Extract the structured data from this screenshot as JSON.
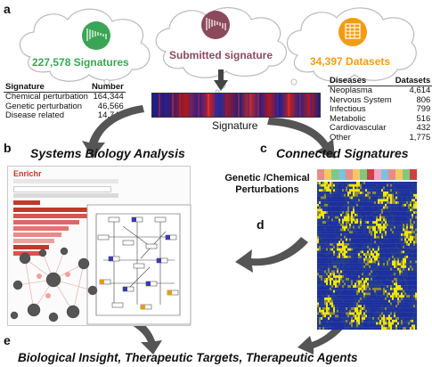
{
  "panels": {
    "a": "a",
    "b": "b",
    "c": "c",
    "d": "d",
    "e": "e"
  },
  "clouds": {
    "signatures": {
      "label": "227,578 Signatures",
      "color": "#3aa655"
    },
    "submitted": {
      "label": "Submitted signature",
      "color": "#8b4a5c"
    },
    "datasets": {
      "label": "34,397 Datasets",
      "color": "#f39c12"
    }
  },
  "center_signature_label": "Signature",
  "signature_table": {
    "headers": [
      "Signature",
      "Number"
    ],
    "rows": [
      [
        "Chemical perturbation",
        "164,344"
      ],
      [
        "Genetic perturbation",
        "46,566"
      ],
      [
        "Disease related",
        "14,743"
      ]
    ]
  },
  "disease_table": {
    "headers": [
      "Diseases",
      "Datasets"
    ],
    "rows": [
      [
        "Neoplasma",
        "4,614"
      ],
      [
        "Nervous System",
        "806"
      ],
      [
        "Infectious",
        "799"
      ],
      [
        "Metabolic",
        "516"
      ],
      [
        "Cardiovascular",
        "432"
      ],
      [
        "Other",
        "1,775"
      ]
    ]
  },
  "headings": {
    "b": "Systems Biology Analysis",
    "c": "Connected Signatures",
    "e": "Biological Insight, Therapeutic Targets, Therapeutic Agents"
  },
  "heatmap_label": "Genetic /Chemical Perturbations",
  "enrichr": {
    "logo": "Enrichr",
    "bar_colors": [
      "#c0392b",
      "#d9534f",
      "#e06666",
      "#e57373",
      "#ea8a8a",
      "#ef9f9f"
    ]
  },
  "colors": {
    "arrow": "#555555",
    "heat_low": "#1c2f9c",
    "heat_high": "#f2e600"
  }
}
